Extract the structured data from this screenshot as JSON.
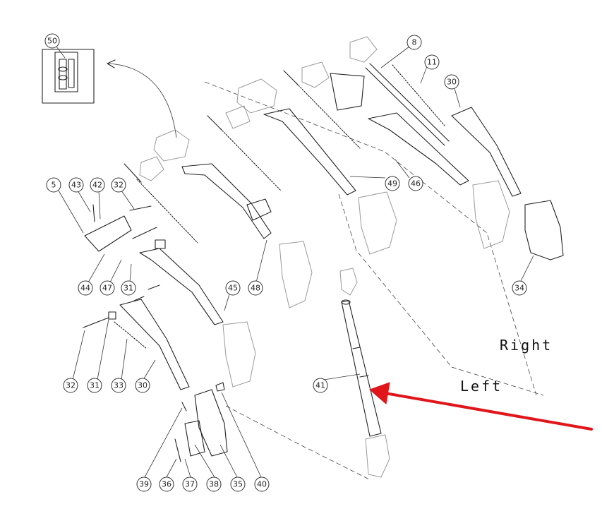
{
  "callouts": [
    "50",
    "8",
    "11",
    "30",
    "5",
    "43",
    "42",
    "32",
    "44",
    "47",
    "31",
    "45",
    "48",
    "49",
    "46",
    "34",
    "41",
    "32",
    "31",
    "33",
    "30",
    "39",
    "36",
    "37",
    "38",
    "35",
    "40"
  ],
  "labels": {
    "right": "Right",
    "left": "Left"
  },
  "colors": {
    "arrow": "#e0161b",
    "line": "#222222",
    "faint": "#9a9a9a"
  }
}
